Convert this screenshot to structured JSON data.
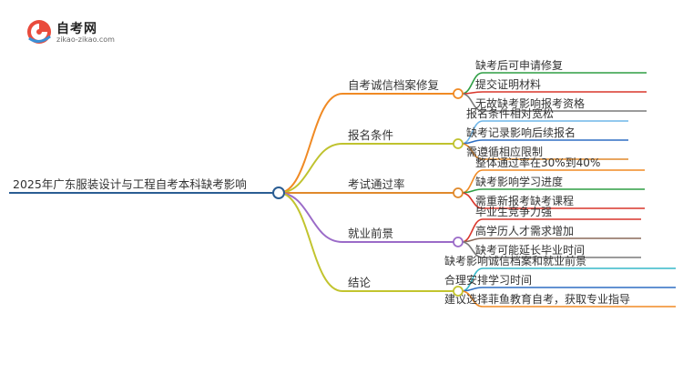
{
  "logo": {
    "name": "自考网",
    "url": "zikao-zikao.com"
  },
  "mindmap": {
    "root": "2025年广东服装设计与工程自考本科缺考影响",
    "branches": [
      {
        "label": "自考诚信档案修复",
        "color": "#f08a24",
        "children": [
          {
            "label": "缺考后可申请修复",
            "color": "#2e9e44"
          },
          {
            "label": "提交证明材料",
            "color": "#d9362b"
          },
          {
            "label": "无故缺考影响报考资格",
            "color": "#7a7a7a"
          }
        ]
      },
      {
        "label": "报名条件",
        "color": "#bfc22e",
        "children": [
          {
            "label": "报名条件相对宽松",
            "color": "#6fb6e8"
          },
          {
            "label": "缺考记录影响后续报名",
            "color": "#2e6fc4"
          },
          {
            "label": "需遵循相应限制",
            "color": "#e0892b"
          }
        ]
      },
      {
        "label": "考试通过率",
        "color": "#e0892b",
        "children": [
          {
            "label": "整体通过率在30%到40%",
            "color": "#f08a24"
          },
          {
            "label": "缺考影响学习进度",
            "color": "#2e9e44"
          },
          {
            "label": "需重新报考缺考课程",
            "color": "#d9362b"
          }
        ]
      },
      {
        "label": "就业前景",
        "color": "#9b6bc8",
        "children": [
          {
            "label": "毕业生竞争力强",
            "color": "#d9362b"
          },
          {
            "label": "高学历人才需求增加",
            "color": "#8a6a5a"
          },
          {
            "label": "缺考可能延长毕业时间",
            "color": "#7a7a7a"
          }
        ]
      },
      {
        "label": "结论",
        "color": "#c2c42e",
        "children": [
          {
            "label": "缺考影响诚信档案和就业前景",
            "color": "#36b8c9"
          },
          {
            "label": "合理安排学习时间",
            "color": "#2e6fc4"
          },
          {
            "label": "建议选择菲鱼教育自考，获取专业指导",
            "color": "#f08a24"
          }
        ]
      }
    ]
  }
}
